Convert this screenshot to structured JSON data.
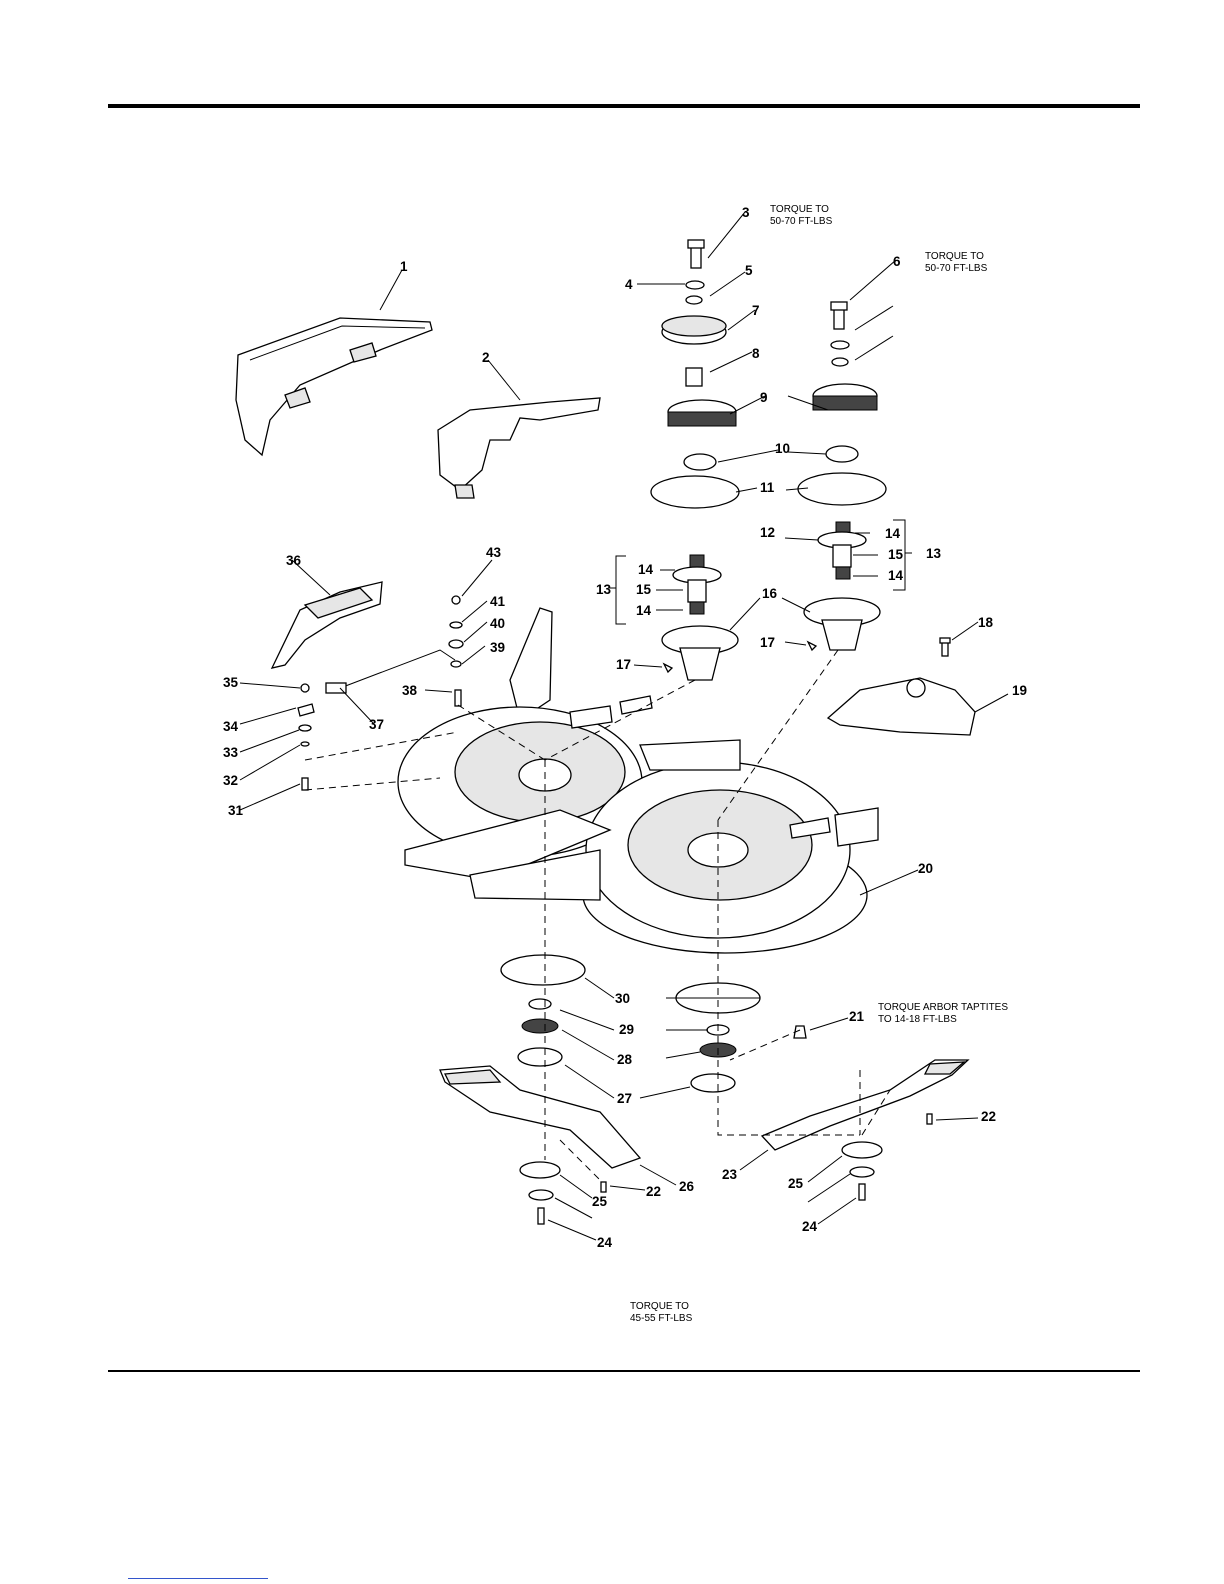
{
  "notes": {
    "torque_bolt_3": [
      "TORQUE TO",
      "50-70 FT-LBS"
    ],
    "torque_bolt_6": [
      "TORQUE TO",
      "50-70 FT-LBS"
    ],
    "torque_arbor": [
      "TORQUE ARBOR TAPTITES",
      "TO 14-18 FT-LBS"
    ],
    "torque_blade": [
      "TORQUE TO",
      "45-55 FT-LBS"
    ]
  },
  "callouts": [
    "1",
    "2",
    "3",
    "4",
    "5",
    "6",
    "7",
    "8",
    "9",
    "10",
    "11",
    "12",
    "13",
    "14",
    "15",
    "16",
    "17",
    "18",
    "19",
    "20",
    "21",
    "22",
    "23",
    "24",
    "25",
    "26",
    "27",
    "28",
    "29",
    "30",
    "31",
    "32",
    "33",
    "34",
    "35",
    "36",
    "37",
    "38",
    "39",
    "40",
    "41",
    "43"
  ]
}
